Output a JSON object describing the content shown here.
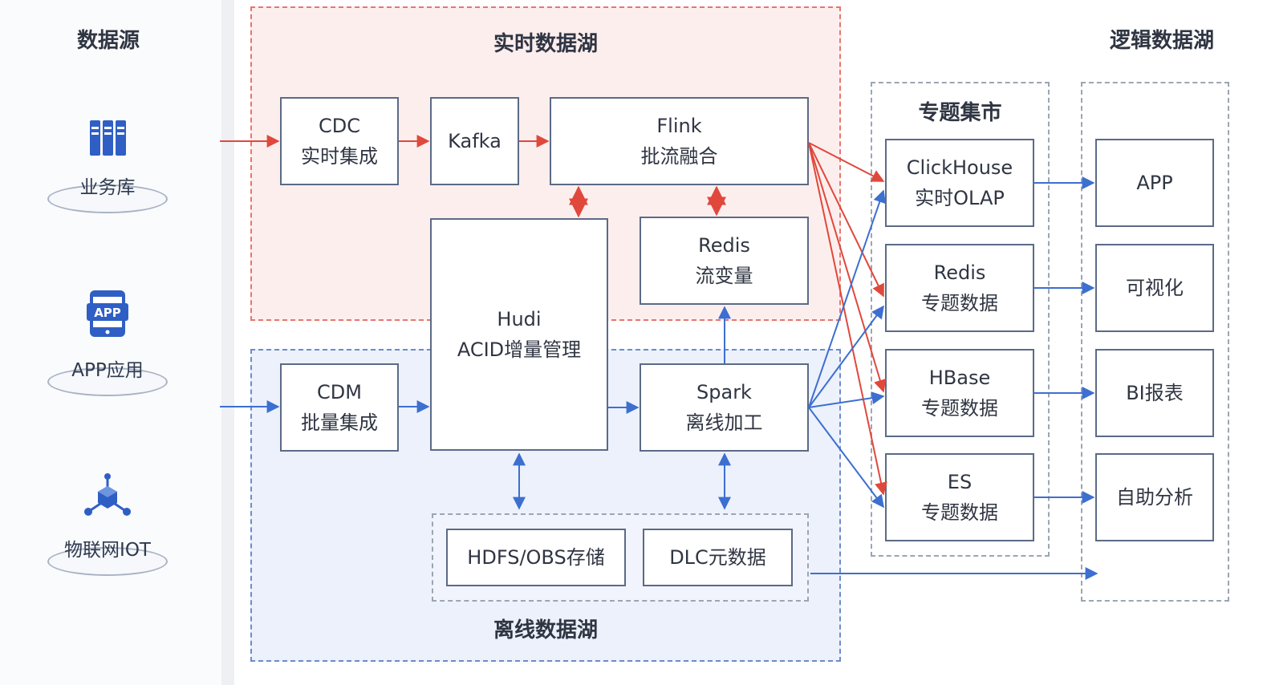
{
  "data_sources": {
    "title": "数据源",
    "items": [
      {
        "label": "业务库",
        "icon": "database-icon"
      },
      {
        "label": "APP应用",
        "icon": "mobile-app-icon"
      },
      {
        "label": "物联网IOT",
        "icon": "iot-network-icon"
      }
    ]
  },
  "realtime_lake": {
    "title": "实时数据湖",
    "cdc": {
      "line1": "CDC",
      "line2": "实时集成"
    },
    "kafka": {
      "line1": "Kafka"
    },
    "flink": {
      "line1": "Flink",
      "line2": "批流融合"
    },
    "redis": {
      "line1": "Redis",
      "line2": "流变量"
    }
  },
  "offline_lake": {
    "title": "离线数据湖",
    "cdm": {
      "line1": "CDM",
      "line2": "批量集成"
    },
    "hudi": {
      "line1": "Hudi",
      "line2": "ACID增量管理"
    },
    "spark": {
      "line1": "Spark",
      "line2": "离线加工"
    },
    "hdfs": {
      "line1": "HDFS/OBS存储"
    },
    "dlc": {
      "line1": "DLC元数据"
    }
  },
  "topic_market": {
    "title": "专题集市",
    "items": [
      {
        "line1": "ClickHouse",
        "line2": "实时OLAP"
      },
      {
        "line1": "Redis",
        "line2": "专题数据"
      },
      {
        "line1": "HBase",
        "line2": "专题数据"
      },
      {
        "line1": "ES",
        "line2": "专题数据"
      }
    ]
  },
  "logical_lake": {
    "title": "逻辑数据湖",
    "items": [
      {
        "label": "APP"
      },
      {
        "label": "可视化"
      },
      {
        "label": "BI报表"
      },
      {
        "label": "自助分析"
      }
    ]
  },
  "colors": {
    "realtime_arrow": "#e0483c",
    "offline_arrow": "#3d6fd0",
    "box_border": "#5b6a86",
    "realtime_zone_fill": "#fdeeee",
    "offline_zone_fill": "#ecf1fb"
  }
}
